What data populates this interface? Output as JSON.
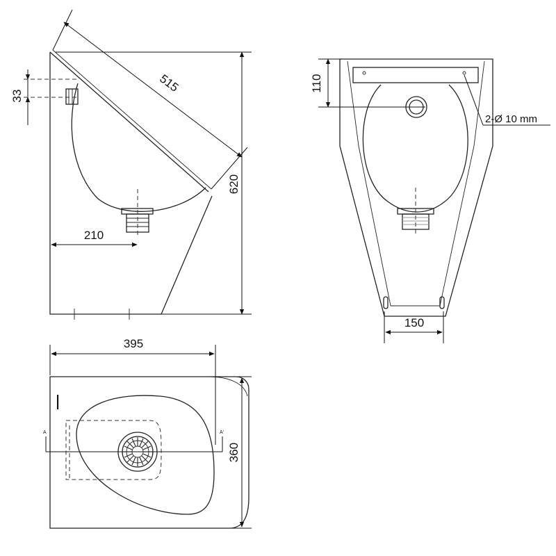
{
  "drawing": {
    "side_view": {
      "dimensions": {
        "diagonal": "515",
        "height": "620",
        "outlet_height": "33",
        "drain_offset": "210"
      }
    },
    "front_view": {
      "dimensions": {
        "top_offset": "110",
        "bottom_width": "150"
      },
      "hole_note": "2-Ø 10 mm"
    },
    "top_view": {
      "dimensions": {
        "width": "395",
        "depth": "360"
      },
      "section_marks": [
        "A",
        "A'"
      ]
    }
  }
}
